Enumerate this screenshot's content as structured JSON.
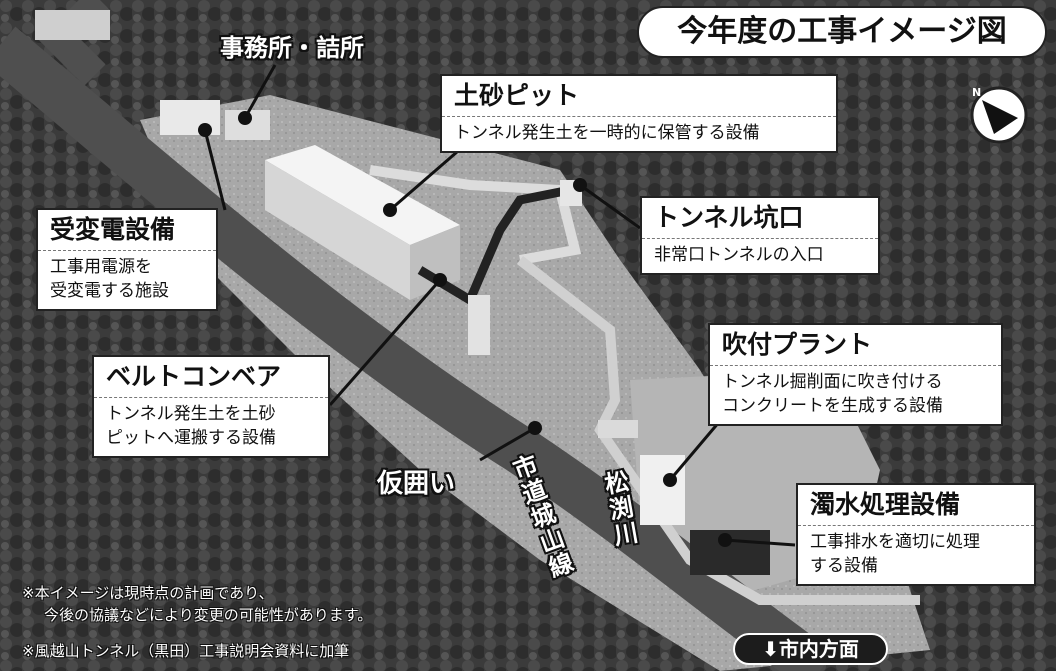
{
  "title": "今年度の工事イメージ図",
  "compass": {
    "icon": "north-arrow-icon",
    "label": "N"
  },
  "labels": {
    "office": "事務所・詰所",
    "fence": "仮囲い",
    "road": "市道城山線",
    "river": "松渕川"
  },
  "callouts": {
    "soil_pit": {
      "title": "土砂ピット",
      "desc": [
        "トンネル発生土を一時的に保管する設備"
      ]
    },
    "substation": {
      "title": "受変電設備",
      "desc": [
        "工事用電源を",
        "受変電する施設"
      ]
    },
    "tunnel_entrance": {
      "title": "トンネル坑口",
      "desc": [
        "非常口トンネルの入口"
      ]
    },
    "belt_conveyor": {
      "title": "ベルトコンベア",
      "desc": [
        "トンネル発生土を土砂",
        "ピットへ運搬する設備"
      ]
    },
    "spray_plant": {
      "title": "吹付プラント",
      "desc": [
        "トンネル掘削面に吹き付ける",
        "コンクリートを生成する設備"
      ]
    },
    "water_treatment": {
      "title": "濁水処理設備",
      "desc": [
        "工事排水を適切に処理",
        "する設備"
      ]
    }
  },
  "notes": [
    "※本イメージは現時点の計画であり、",
    "今後の協議などにより変更の可能性があります。",
    "※風越山トンネル（黒田）工事説明会資料に加筆"
  ],
  "direction": {
    "icon": "down-arrow-icon",
    "label": "市内方面"
  },
  "colors": {
    "forest": "#3a3a3a",
    "road": "#555555",
    "site": "#a9a9a9",
    "building": "#ececec",
    "frame": "#222222"
  }
}
